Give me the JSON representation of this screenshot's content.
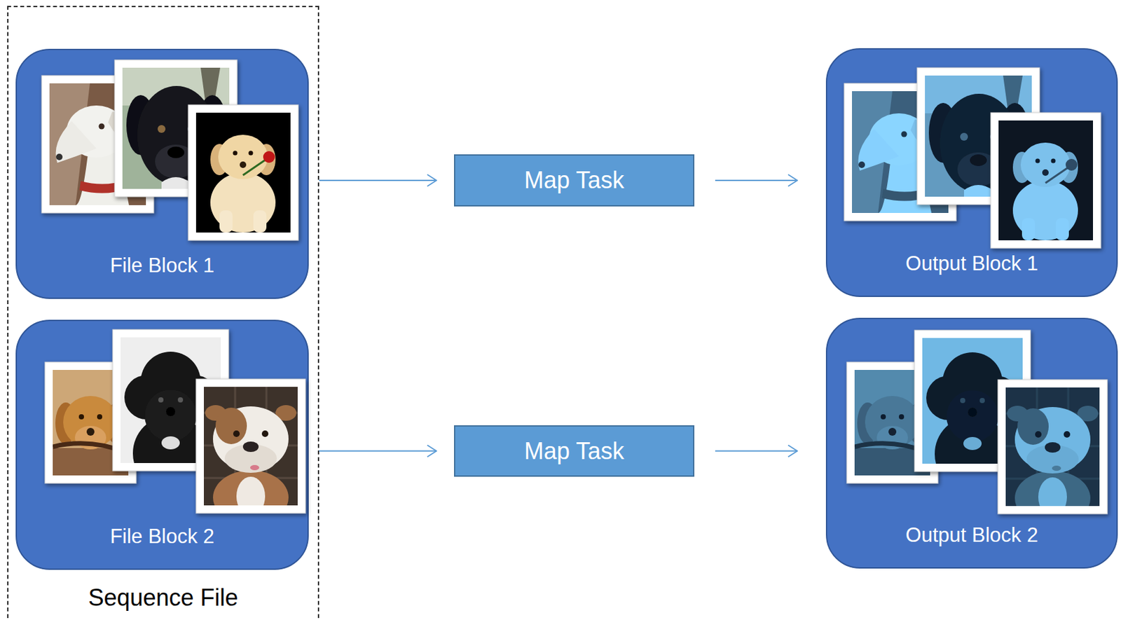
{
  "diagram": {
    "nodes": [
      {
        "text": [
          "Sequence File"
        ]
      },
      {
        "text": [
          "File Block 1"
        ],
        "in": 0
      },
      {
        "text": [
          "File Block 2"
        ],
        "in": 0
      },
      {
        "text": [
          "Map Task"
        ]
      },
      {
        "text": [
          "Map Task"
        ]
      },
      {
        "text": [
          "Output Block 1"
        ]
      },
      {
        "text": [
          "Output Block 2"
        ]
      }
    ],
    "edges": [
      {
        "from": 1,
        "to": 3,
        "arrow": "to"
      },
      {
        "from": 3,
        "to": 5,
        "arrow": "to"
      },
      {
        "from": 2,
        "to": 4,
        "arrow": "to"
      },
      {
        "from": 4,
        "to": 6,
        "arrow": "to"
      }
    ]
  }
}
